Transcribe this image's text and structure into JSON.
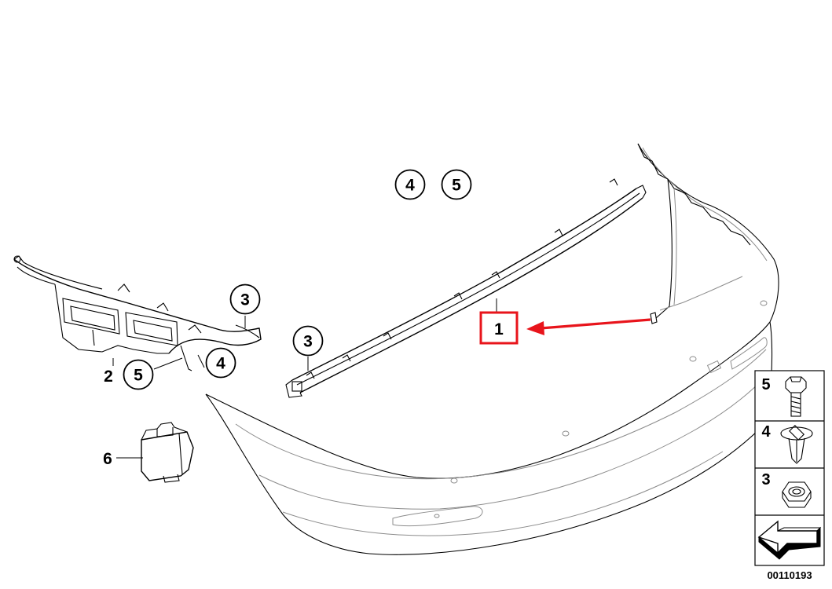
{
  "callouts": {
    "top_4": "4",
    "top_5": "5",
    "left_3": "3",
    "left_5": "5",
    "left_4": "4",
    "mid_3": "3"
  },
  "labels": {
    "part_1": "1",
    "part_2": "2",
    "part_6": "6"
  },
  "legend": {
    "items": [
      {
        "number": "5",
        "icon": "bolt-icon"
      },
      {
        "number": "4",
        "icon": "expanding-rivet-icon"
      },
      {
        "number": "3",
        "icon": "hex-nut-icon"
      }
    ],
    "direction_icon": "front-arrow-icon"
  },
  "diagram_code": "00110193",
  "colors": {
    "highlight": "#e8141b",
    "line": "#000000"
  }
}
